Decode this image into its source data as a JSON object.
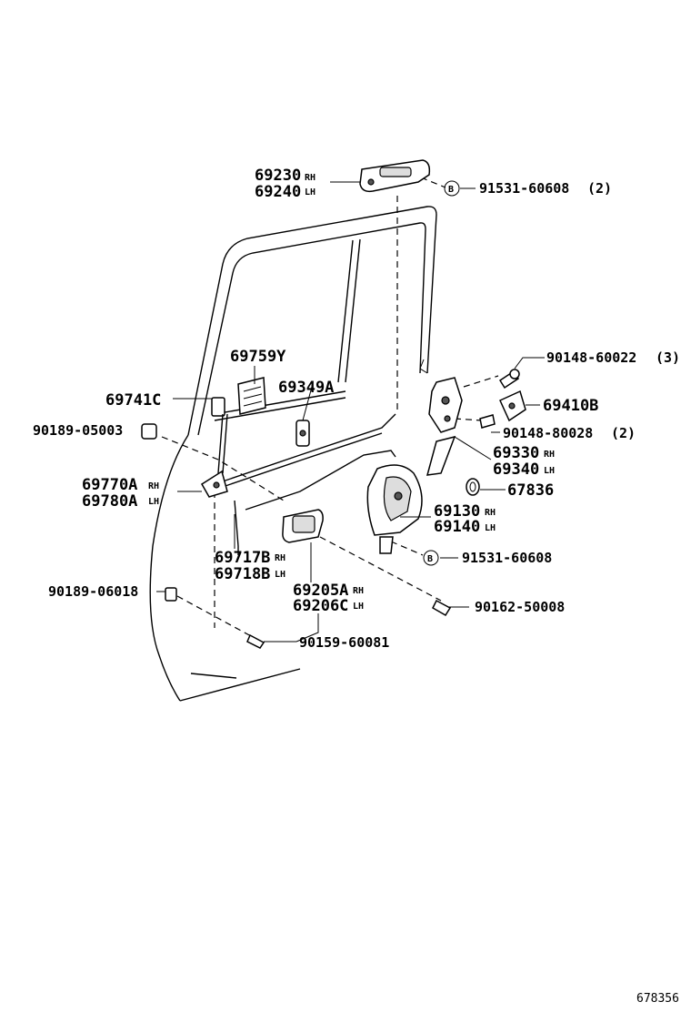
{
  "parts": {
    "p69230": {
      "num": "69230",
      "tag": "RH"
    },
    "p69240": {
      "num": "69240",
      "tag": "LH"
    },
    "p91531a": {
      "symbol": "B",
      "num": "91531-60608",
      "qty": "(2)"
    },
    "p90148a": {
      "num": "90148-60022",
      "qty": "(3)"
    },
    "p69759": {
      "num": "69759Y"
    },
    "p69349": {
      "num": "69349A"
    },
    "p69741": {
      "num": "69741C"
    },
    "p69410": {
      "num": "69410B"
    },
    "p90148b": {
      "num": "90148-80028",
      "qty": "(2)"
    },
    "p90189a": {
      "num": "90189-05003"
    },
    "p69330": {
      "num": "69330",
      "tag": "RH"
    },
    "p69340": {
      "num": "69340",
      "tag": "LH"
    },
    "p69770": {
      "num": "69770A",
      "tag": "RH"
    },
    "p69780": {
      "num": "69780A",
      "tag": "LH"
    },
    "p67836": {
      "num": "67836"
    },
    "p69130": {
      "num": "69130",
      "tag": "RH"
    },
    "p69140": {
      "num": "69140",
      "tag": "LH"
    },
    "p69717": {
      "num": "69717B",
      "tag": "RH"
    },
    "p69718": {
      "num": "69718B",
      "tag": "LH"
    },
    "p91531b": {
      "symbol": "B",
      "num": "91531-60608"
    },
    "p90189b": {
      "num": "90189-06018"
    },
    "p69205": {
      "num": "69205A",
      "tag": "RH"
    },
    "p69206": {
      "num": "69206C",
      "tag": "LH"
    },
    "p90162": {
      "num": "90162-50008"
    },
    "p90159": {
      "num": "90159-60081"
    }
  },
  "figure_id": "678356",
  "icons": {
    "bolt": "bolt-icon",
    "clip": "clip-icon",
    "screw": "screw-icon",
    "b_symbol": "b-circle-icon"
  }
}
